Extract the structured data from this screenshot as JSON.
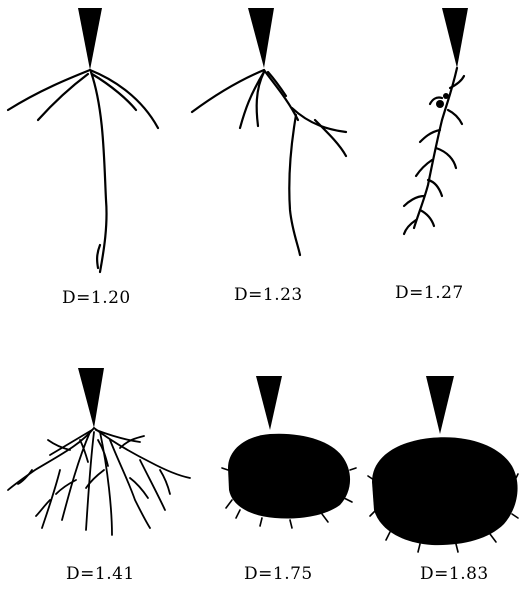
{
  "panels": [
    {
      "label": "D=1.20"
    },
    {
      "label": "D=1.23"
    },
    {
      "label": "D=1.27"
    },
    {
      "label": "D=1.41"
    },
    {
      "label": "D=1.75"
    },
    {
      "label": "D=1.83"
    }
  ],
  "colors": {
    "ink": "#000000",
    "background": "#ffffff"
  }
}
